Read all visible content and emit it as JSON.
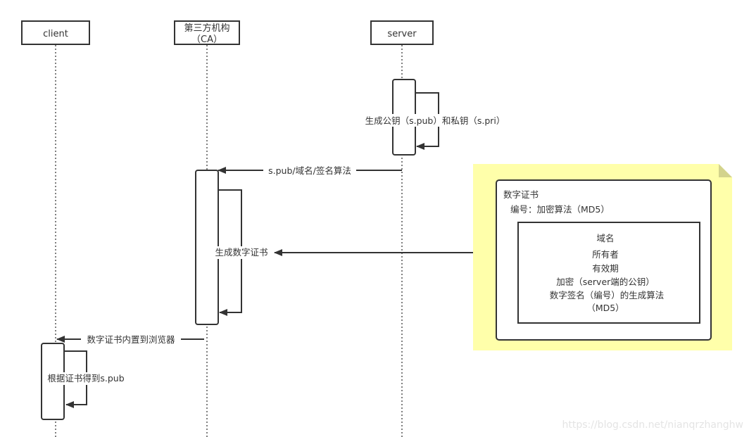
{
  "participants": [
    {
      "id": "client",
      "label": "client"
    },
    {
      "id": "ca",
      "label_line1": "第三方机构",
      "label_line2": "（CA）"
    },
    {
      "id": "server",
      "label": "server"
    }
  ],
  "messages": [
    {
      "id": "server-self",
      "from": "server",
      "to": "server",
      "label": "生成公钥（s.pub）和私钥（s.pri）"
    },
    {
      "id": "server-to-ca",
      "from": "server",
      "to": "ca",
      "label": "s.pub/域名/签名算法"
    },
    {
      "id": "ca-self",
      "from": "ca",
      "to": "ca",
      "label": "生成数字证书"
    },
    {
      "id": "ca-to-client",
      "from": "ca",
      "to": "client",
      "label": "数字证书内置到浏览器"
    },
    {
      "id": "client-self",
      "from": "client",
      "to": "client",
      "label": "根据证书得到s.pub"
    }
  ],
  "note": {
    "color": "#ffffaa",
    "title": "数字证书",
    "subtitle": "编号：加密算法（MD5）",
    "inner_lines": [
      "域名",
      "所有者",
      "有效期",
      "加密（server端的公钥）",
      "数字签名（编号）的生成算法",
      "（MD5）"
    ]
  },
  "watermark": "https://blog.csdn.net/nianqrzhanghw"
}
